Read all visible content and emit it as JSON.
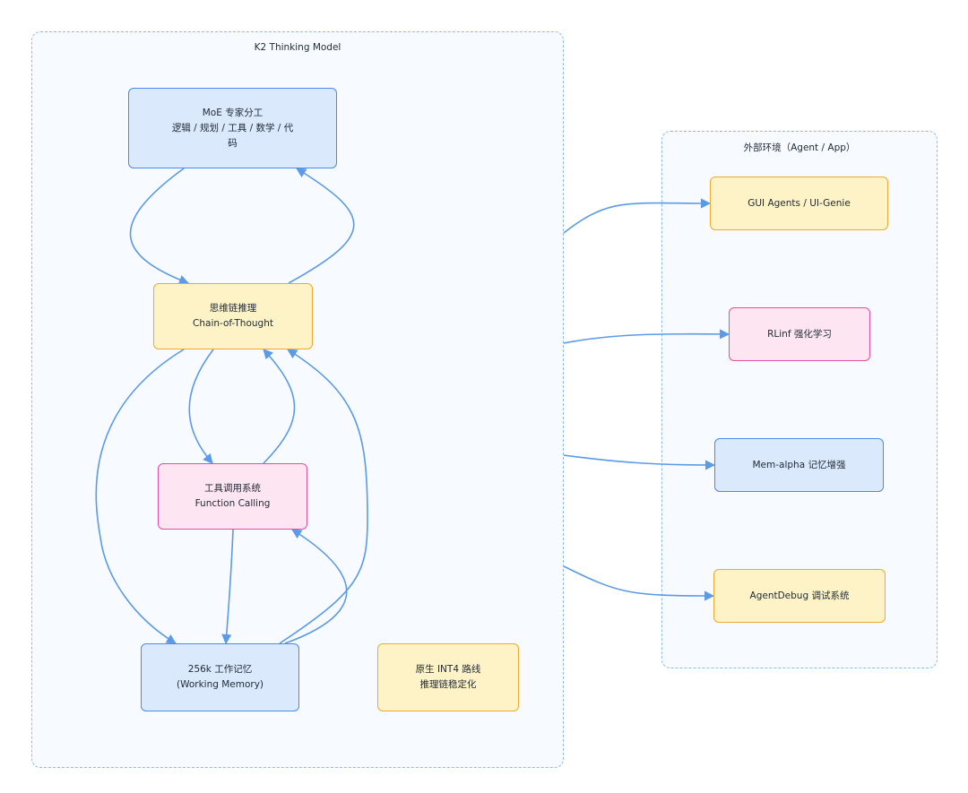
{
  "clusters": {
    "k2": {
      "title": "K2 Thinking Model"
    },
    "external": {
      "title": "外部环境（Agent / App）"
    }
  },
  "nodes": {
    "moe": {
      "lines": [
        "MoE 专家分工",
        "逻辑 / 规划 / 工具 / 数学 / 代",
        "码"
      ]
    },
    "cot": {
      "lines": [
        "思维链推理",
        "Chain-of-Thought"
      ]
    },
    "tool": {
      "lines": [
        "工具调用系统",
        "Function Calling"
      ]
    },
    "memory": {
      "lines": [
        "256k 工作记忆",
        "(Working Memory)"
      ]
    },
    "int4": {
      "lines": [
        "原生 INT4 路线",
        "推理链稳定化"
      ]
    },
    "gui": {
      "lines": [
        "GUI Agents / UI-Genie"
      ]
    },
    "rlinf": {
      "lines": [
        "RLinf 强化学习"
      ]
    },
    "mem_alpha": {
      "lines": [
        "Mem-alpha 记忆增强"
      ]
    },
    "agentdebug": {
      "lines": [
        "AgentDebug 调试系统"
      ]
    }
  },
  "colors": {
    "edge": "#5a9ae6",
    "blue_fill": "#dbe9fd",
    "blue_border": "#4a8ae8",
    "yellow_fill": "#fdf3c6",
    "yellow_border": "#f0a830",
    "pink_fill": "#fde6f1",
    "pink_border": "#e04fa0"
  }
}
